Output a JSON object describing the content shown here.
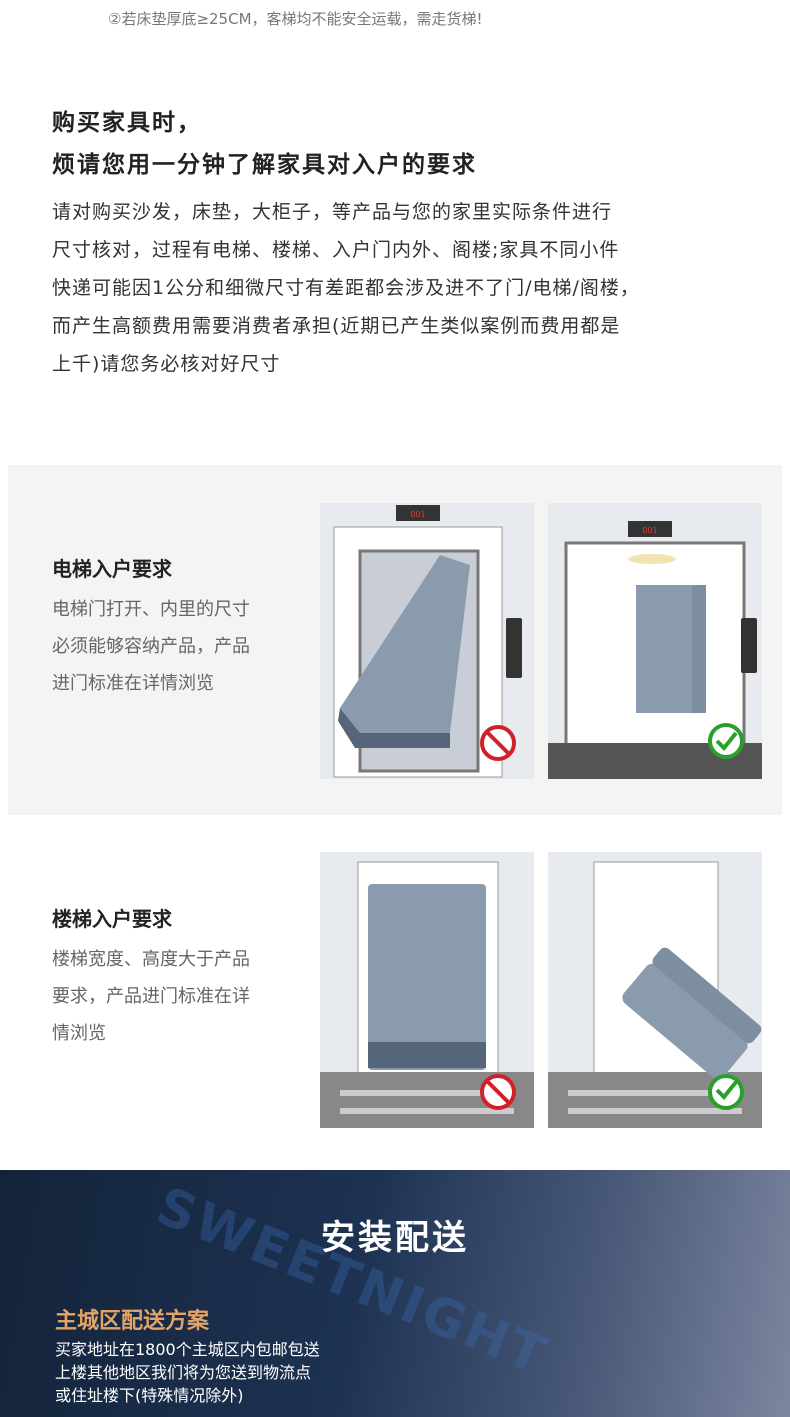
{
  "top_note": "②若床垫厚底≥25CM，客梯均不能安全运载，需走货梯!",
  "intro": {
    "heading1": "购买家具时，",
    "heading2": "烦请您用一分钟了解家具对入户的要求",
    "lines": [
      "请对购买沙发，床垫，大柜子，等产品与您的家里实际条件进行",
      "尺寸核对，过程有电梯、楼梯、入户门内外、阁楼;家具不同小件",
      "快递可能因1公分和细微尺寸有差距都会涉及进不了门/电梯/阁楼，",
      "而产生高额费用需要消费者承担(近期已产生类似案例而费用都是",
      "上千)请您务必核对好尺寸"
    ]
  },
  "elevator": {
    "title": "电梯入户要求",
    "lines": [
      "电梯门打开、内里的尺寸",
      "必须能够容纳产品，产品",
      "进门标准在详情浏览"
    ],
    "display": "001"
  },
  "stairs": {
    "title": "楼梯入户要求",
    "lines": [
      "楼梯宽度、高度大于产品",
      "要求，产品进门标准在详",
      "情浏览"
    ]
  },
  "delivery": {
    "title": "安装配送",
    "watermark": "SWEETNIGHT",
    "subtitle": "主城区配送方案",
    "lines": [
      "买家地址在1800个主城区内包邮包送",
      "上楼其他地区我们将为您送到物流点",
      "或住址楼下(特殊情况除外)"
    ]
  },
  "colors": {
    "accent": "#e3a468",
    "no": "#d0202a",
    "ok": "#2aa02a"
  }
}
